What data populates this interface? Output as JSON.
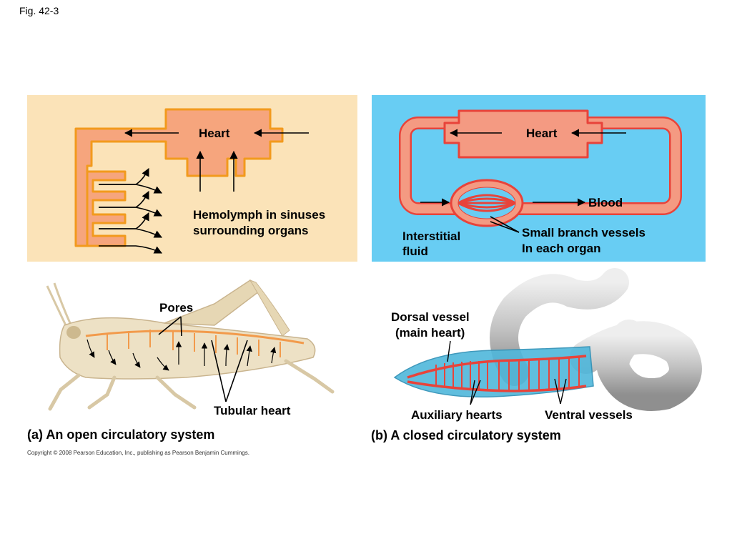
{
  "figure_label": "Fig. 42-3",
  "panel_a": {
    "heart_label": "Heart",
    "hemolymph_label_line1": "Hemolymph in sinuses",
    "hemolymph_label_line2": "surrounding organs",
    "pores_label": "Pores",
    "tubular_heart_label": "Tubular heart",
    "caption": "(a) An open circulatory system",
    "colors": {
      "background": "#fbe3b8",
      "vessel_fill": "#f6a57d",
      "vessel_outline": "#f29a1d"
    }
  },
  "panel_b": {
    "heart_label": "Heart",
    "blood_label": "Blood",
    "interstitial_label_line1": "Interstitial",
    "interstitial_label_line2": "fluid",
    "branch_label_line1": "Small branch vessels",
    "branch_label_line2": "In each organ",
    "dorsal_label_line1": "Dorsal vessel",
    "dorsal_label_line2": "(main heart)",
    "auxiliary_label": "Auxiliary hearts",
    "ventral_label": "Ventral vessels",
    "caption": "(b) A closed circulatory system",
    "colors": {
      "background": "#68cdf3",
      "vessel_fill": "#f49a82",
      "vessel_outline": "#e8433a"
    }
  },
  "copyright": "Copyright © 2008 Pearson Education, Inc., publishing as Pearson Benjamin Cummings."
}
